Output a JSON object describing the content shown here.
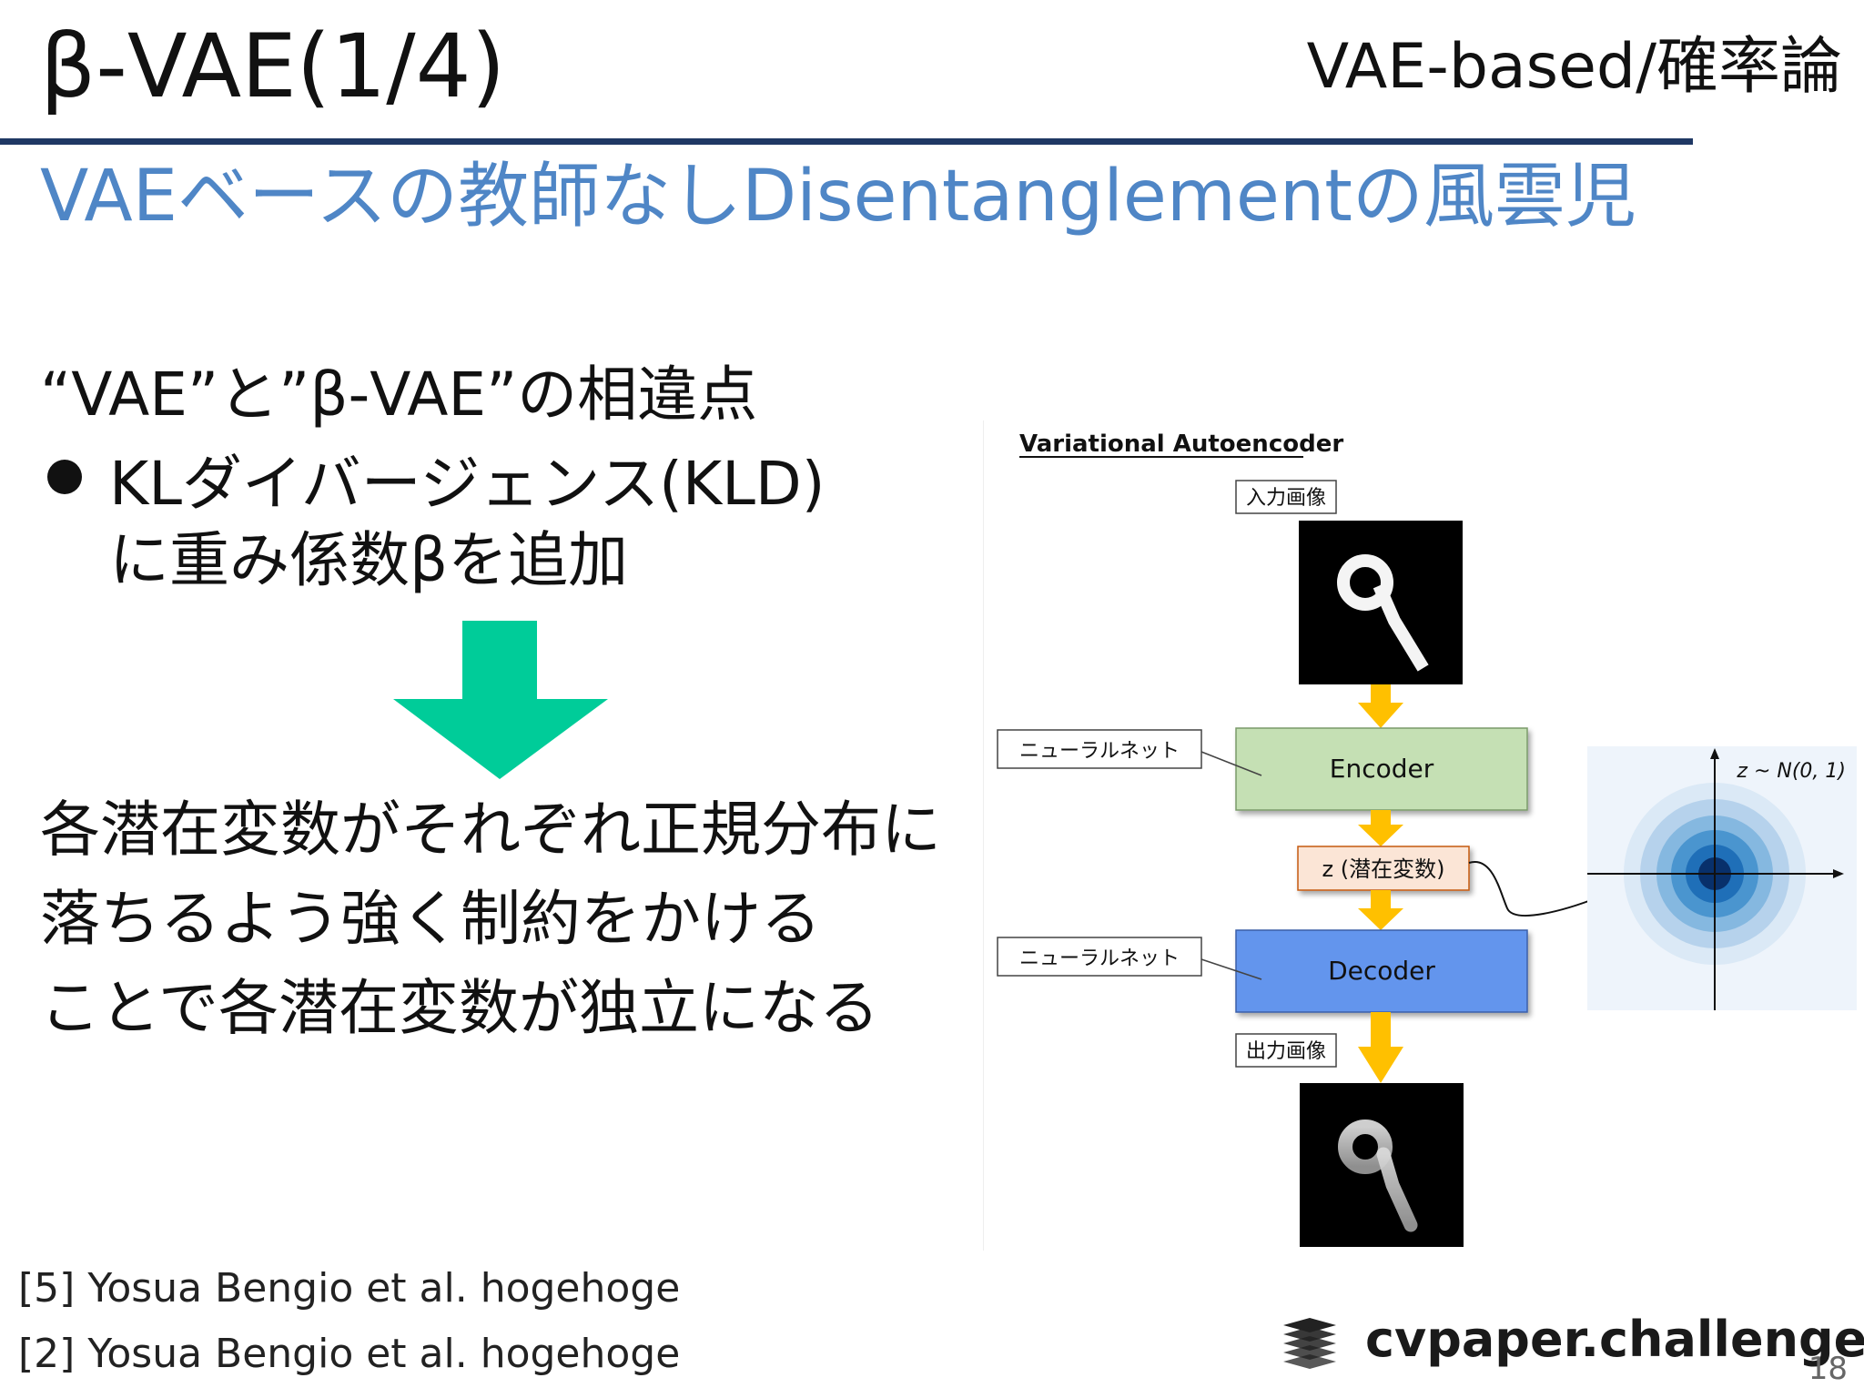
{
  "slide": {
    "title": "β-VAE(1/4)",
    "category": "VAE-based/確率論",
    "subtitle": "VAEベースの教師なしDisentanglementの風雲児",
    "difference_heading": "“VAE”と”β-VAE”の相違点",
    "bullet_line1": "KLダイバージェンス(KLD)",
    "bullet_line2": "に重み係数βを追加",
    "conclusion_lines": [
      "各潜在変数がそれぞれ正規分布に",
      "落ちるよう強く制約をかける",
      "ことで各潜在変数が独立になる"
    ],
    "references": [
      "[5] Yosua Bengio et al. hogehoge",
      "[2] Yosua Bengio et al. hogehoge"
    ],
    "logo_text": "cvpaper.challenge",
    "page_number": "18"
  },
  "diagram": {
    "heading": "Variational Autoencoder",
    "input_label": "入力画像",
    "output_label": "出力画像",
    "encoder_label": "Encoder",
    "decoder_label": "Decoder",
    "latent_label": "z (潜在変数)",
    "nn_label_encoder": "ニューラルネット",
    "nn_label_decoder": "ニューラルネット",
    "distribution_label": "z ~ N(0, 1)"
  },
  "colors": {
    "rule": "#1f3864",
    "subtitle": "#4f86c6",
    "down_arrow": "#00cc99",
    "flow_arrow": "#ffc000",
    "encoder_fill": "#c5e0b4",
    "decoder_fill": "#6495ed",
    "latent_fill": "#fbe5d6",
    "gaussian_core": "#08306b"
  }
}
